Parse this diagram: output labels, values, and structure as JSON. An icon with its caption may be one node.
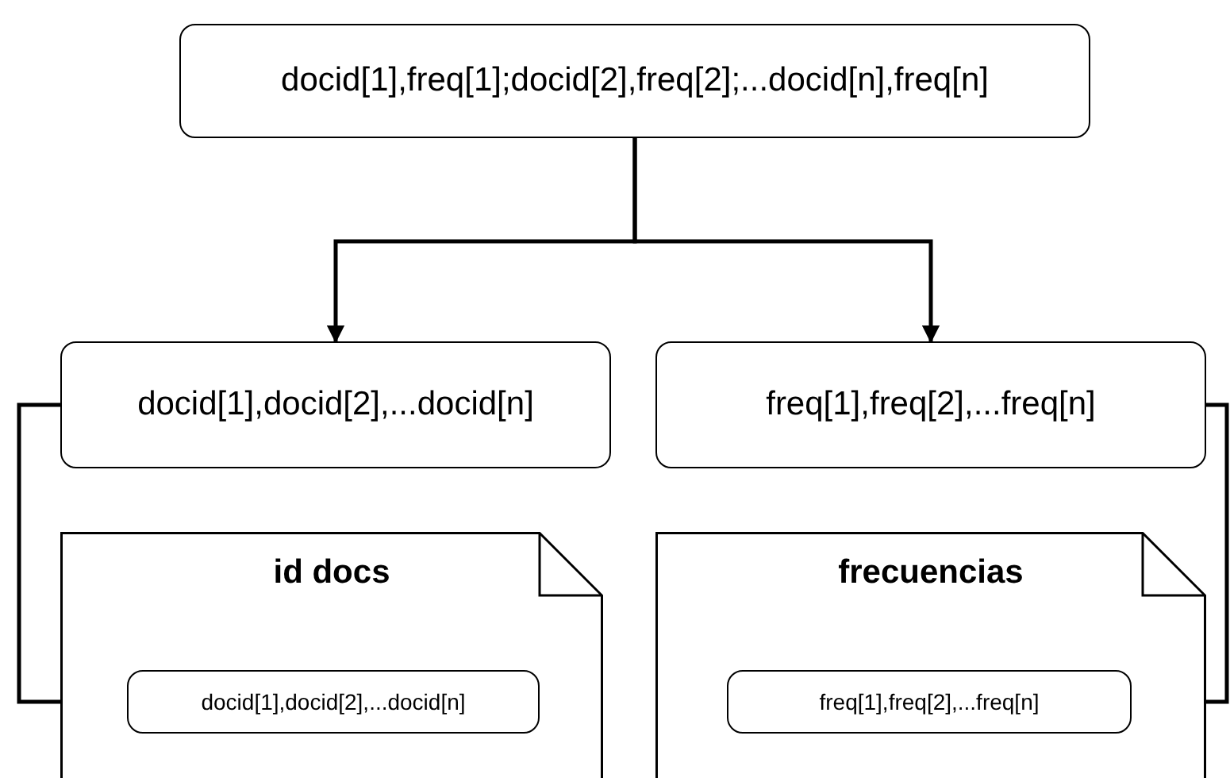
{
  "diagram": {
    "nodes": [
      {
        "text": [
          "docid[1],freq[1];docid[2],freq[2];...docid[n],freq[n]"
        ]
      },
      {
        "text": [
          "docid[1],docid[2],...docid[n]"
        ]
      },
      {
        "text": [
          "freq[1],freq[2],...freq[n]"
        ]
      },
      {
        "text": [
          "id docs"
        ]
      },
      {
        "text": [
          "docid[1],docid[2],...docid[n]"
        ],
        "in": 3
      },
      {
        "text": [
          "frecuencias"
        ]
      },
      {
        "text": [
          "freq[1],freq[2],...freq[n]"
        ],
        "in": 5
      }
    ],
    "edges": [
      {
        "from": 0,
        "to": 1,
        "arrow": "to"
      },
      {
        "from": 0,
        "to": 2,
        "arrow": "to"
      },
      {
        "from": 1,
        "to": 4,
        "arrow": "to"
      },
      {
        "from": 2,
        "to": 6,
        "arrow": "to"
      }
    ]
  }
}
